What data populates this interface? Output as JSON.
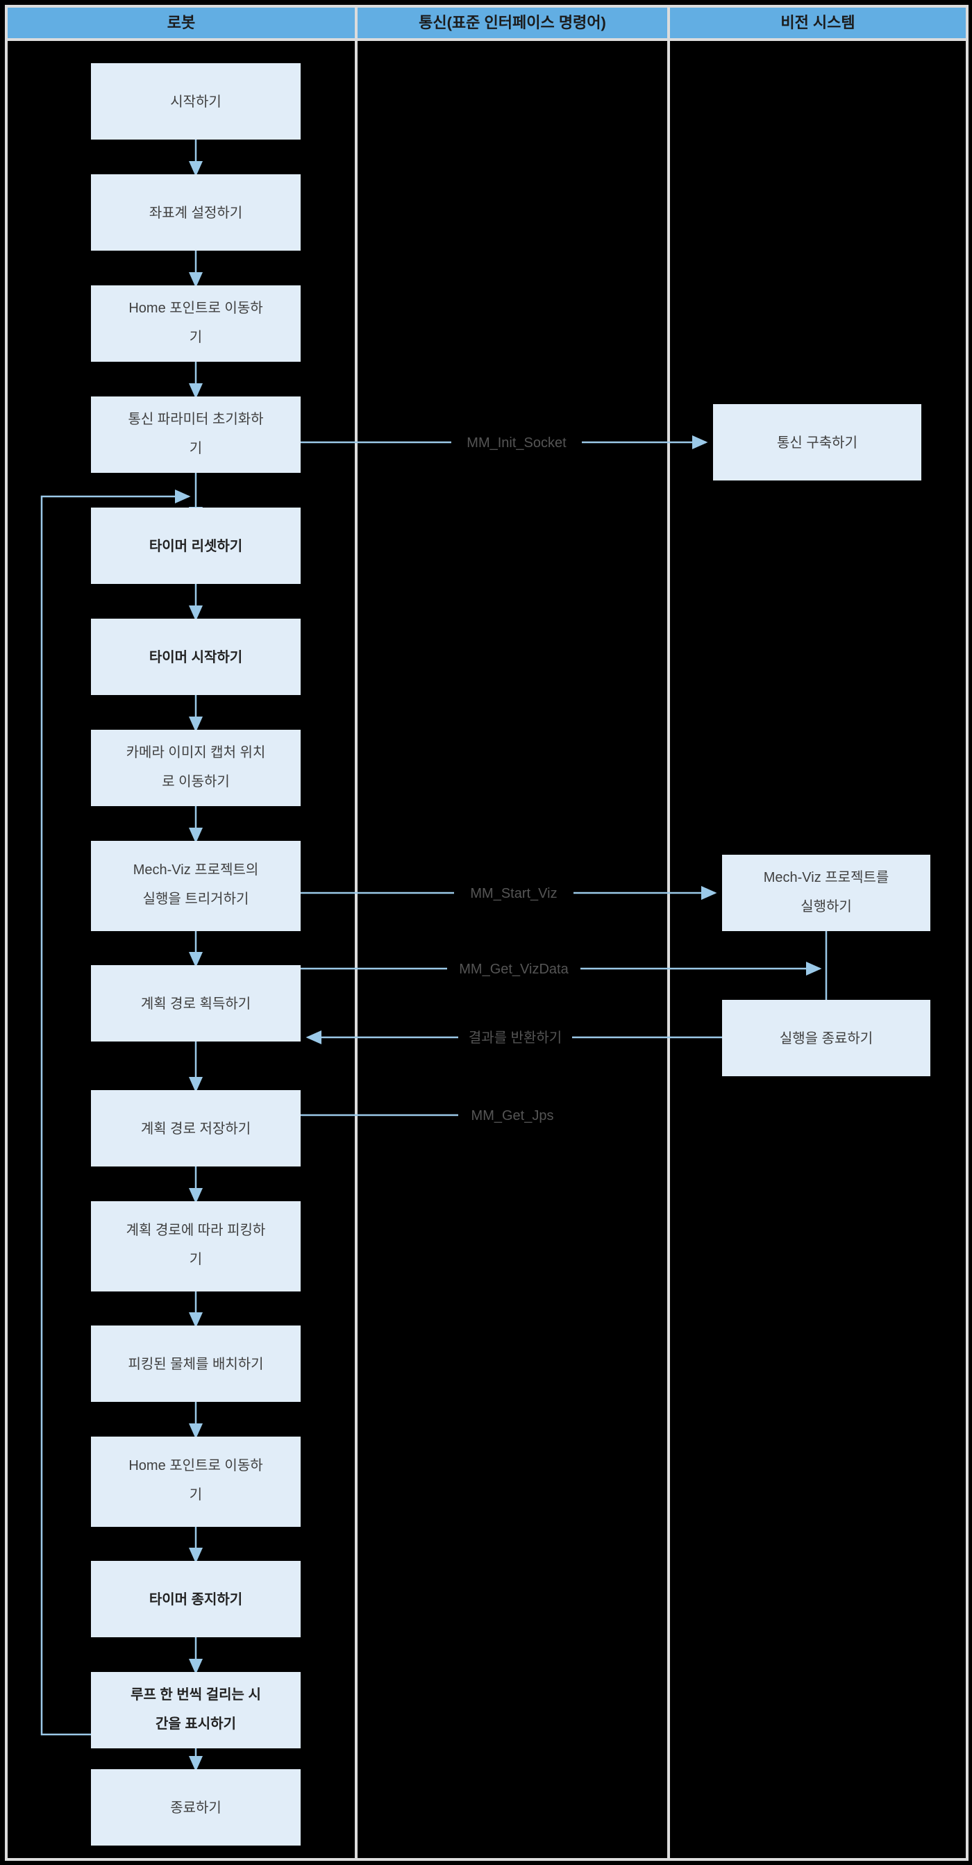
{
  "diagram": {
    "title": "Robot / Communication / Vision System flowchart",
    "colors": {
      "background": "#000000",
      "lane_header_fill": "#62aee3",
      "node_fill": "#e1edf8",
      "connector": "#9bc9e8",
      "frame": "#dcdcdc",
      "node_text": "#3f3f3f",
      "edge_label_text": "#555555"
    },
    "lanes": [
      {
        "id": "robot",
        "label": "로봇"
      },
      {
        "id": "comm",
        "label": "통신(표준 인터페이스 명령어)"
      },
      {
        "id": "vision",
        "label": "비전 시스템"
      }
    ],
    "robot_nodes": [
      {
        "id": "r1",
        "label": "시작하기",
        "bold": false,
        "lines": [
          "시작하기"
        ]
      },
      {
        "id": "r2",
        "label": "좌표계 설정하기",
        "bold": false,
        "lines": [
          "좌표계 설정하기"
        ]
      },
      {
        "id": "r3",
        "label": "Home 포인트로 이동하기",
        "bold": false,
        "lines": [
          "Home 포인트로 이동하",
          "기"
        ]
      },
      {
        "id": "r4",
        "label": "통신 파라미터 초기화하기",
        "bold": false,
        "lines": [
          "통신 파라미터 초기화하",
          "기"
        ]
      },
      {
        "id": "r5",
        "label": "타이머 리셋하기",
        "bold": true,
        "lines": [
          "타이머 리셋하기"
        ]
      },
      {
        "id": "r6",
        "label": "타이머 시작하기",
        "bold": true,
        "lines": [
          "타이머 시작하기"
        ]
      },
      {
        "id": "r7",
        "label": "카메라 이미지 캡처 위치로 이동하기",
        "bold": false,
        "lines": [
          "카메라 이미지 캡처 위치",
          "로 이동하기"
        ]
      },
      {
        "id": "r8",
        "label": "Mech-Viz 프로젝트의 실행을 트리거하기",
        "bold": false,
        "lines": [
          "Mech-Viz 프로젝트의",
          "실행을 트리거하기"
        ]
      },
      {
        "id": "r9",
        "label": "계획 경로 획득하기",
        "bold": false,
        "lines": [
          "계획 경로 획득하기"
        ]
      },
      {
        "id": "r10",
        "label": "계획 경로 저장하기",
        "bold": false,
        "lines": [
          "계획 경로 저장하기"
        ]
      },
      {
        "id": "r11",
        "label": "계획 경로에 따라 피킹하기",
        "bold": false,
        "lines": [
          "계획 경로에 따라 피킹하",
          "기"
        ]
      },
      {
        "id": "r12",
        "label": "피킹된 물체를 배치하기",
        "bold": false,
        "lines": [
          "피킹된 물체를 배치하기"
        ]
      },
      {
        "id": "r13",
        "label": "Home 포인트로 이동하기",
        "bold": false,
        "lines": [
          "Home 포인트로 이동하",
          "기"
        ]
      },
      {
        "id": "r14",
        "label": "타이머 종지하기",
        "bold": true,
        "lines": [
          "타이머 종지하기"
        ]
      },
      {
        "id": "r15",
        "label": "루프 한 번씩 걸리는 시간을 표시하기",
        "bold": true,
        "lines": [
          "루프 한 번씩 걸리는 시",
          "간을 표시하기"
        ]
      },
      {
        "id": "r16",
        "label": "종료하기",
        "bold": false,
        "lines": [
          "종료하기"
        ]
      }
    ],
    "vision_nodes": [
      {
        "id": "v1",
        "label": "통신 구축하기",
        "lines": [
          "통신 구축하기"
        ]
      },
      {
        "id": "v2",
        "label": "Mech-Viz 프로젝트를 실행하기",
        "lines": [
          "Mech-Viz 프로젝트를",
          "실행하기"
        ]
      },
      {
        "id": "v3",
        "label": "실행을 종료하기",
        "lines": [
          "실행을 종료하기"
        ]
      }
    ],
    "edge_labels": [
      {
        "id": "e1",
        "label": "MM_Init_Socket",
        "from": "r4",
        "to": "v1"
      },
      {
        "id": "e2",
        "label": "MM_Start_Viz",
        "from": "r8",
        "to": "v2"
      },
      {
        "id": "e3",
        "label": "MM_Get_VizData",
        "from": "r9",
        "to": "v2"
      },
      {
        "id": "e4",
        "label": "결과를 반환하기",
        "from": "v3",
        "to": "r9"
      },
      {
        "id": "e5",
        "label": "MM_Get_Jps",
        "from": "r10",
        "to": ""
      }
    ],
    "loop": {
      "from": "r15",
      "to": "r5",
      "description": "루프 되돌아가기"
    }
  }
}
